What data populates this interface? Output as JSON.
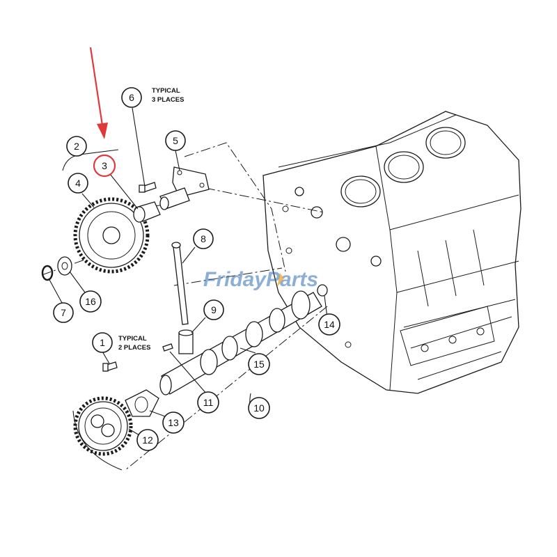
{
  "colors": {
    "highlight": "#e0383b",
    "ink": "#1a1a1a",
    "watermark_blue": "#2f6fb8",
    "watermark_orange": "#f0a020"
  },
  "notes": {
    "typical3_line1": "TYPICAL",
    "typical3_line2": "3 PLACES",
    "typical2_line1": "TYPICAL",
    "typical2_line2": "2 PLACES"
  },
  "watermark": "FridayParts",
  "callouts": {
    "c1": "1",
    "c2": "2",
    "c3": "3",
    "c4": "4",
    "c5": "5",
    "c6": "6",
    "c7": "7",
    "c8": "8",
    "c9": "9",
    "c10": "10",
    "c11": "11",
    "c12": "12",
    "c13": "13",
    "c14": "14",
    "c15": "15",
    "c16": "16"
  },
  "highlighted_callout": "3"
}
